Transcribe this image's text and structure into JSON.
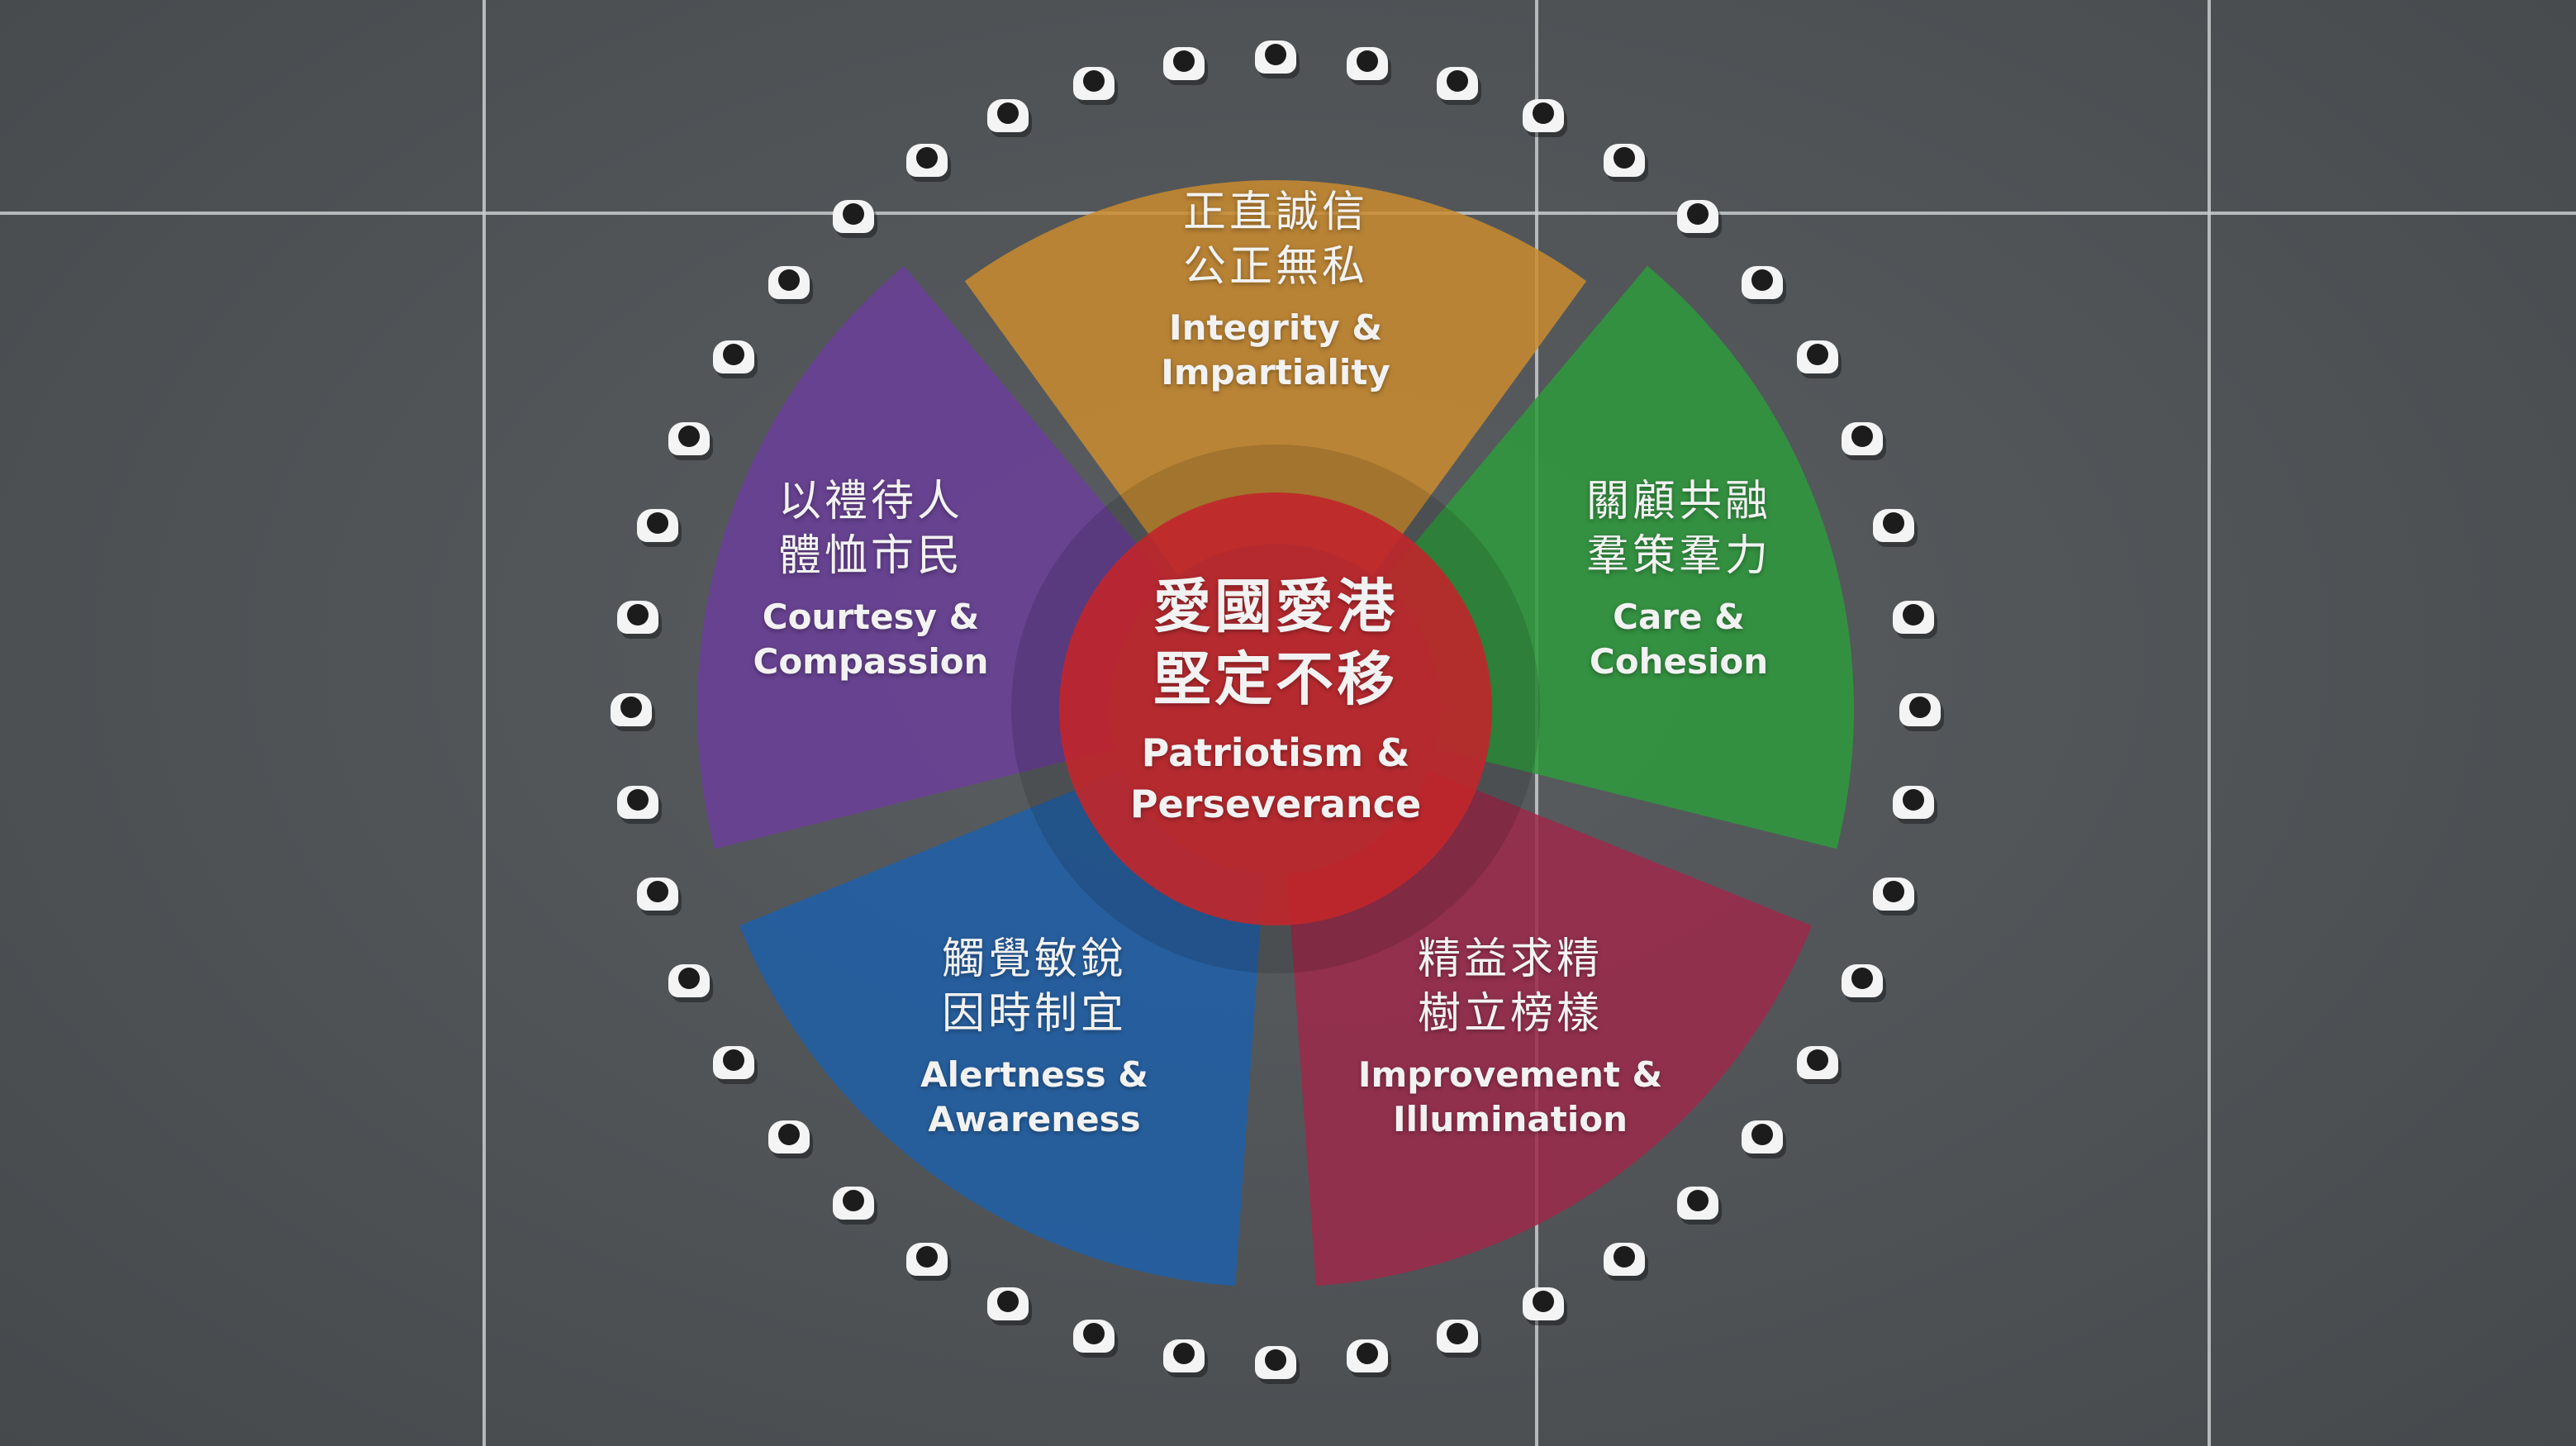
{
  "center": {
    "zh_line1": "愛國愛港",
    "zh_line2": "堅定不移",
    "en_line1": "Patriotism &",
    "en_line2": "Perseverance",
    "color": "#c1262b"
  },
  "segments": [
    {
      "id": "integrity",
      "zh_line1": "正直誠信",
      "zh_line2": "公正無私",
      "en_line1": "Integrity &",
      "en_line2": "Impartiality",
      "color": "#c98a2e"
    },
    {
      "id": "care",
      "zh_line1": "關顧共融",
      "zh_line2": "羣策羣力",
      "en_line1": "Care &",
      "en_line2": "Cohesion",
      "color": "#2f9a3c"
    },
    {
      "id": "improvement",
      "zh_line1": "精益求精",
      "zh_line2": "樹立榜樣",
      "en_line1": "Improvement &",
      "en_line2": "Illumination",
      "color": "#9c2a4a"
    },
    {
      "id": "alertness",
      "zh_line1": "觸覺敏銳",
      "zh_line2": "因時制宜",
      "en_line1": "Alertness &",
      "en_line2": "Awareness",
      "color": "#1f5fa8"
    },
    {
      "id": "courtesy",
      "zh_line1": "以禮待人",
      "zh_line2": "體恤市民",
      "en_line1": "Courtesy &",
      "en_line2": "Compassion",
      "color": "#6a3f98"
    }
  ]
}
